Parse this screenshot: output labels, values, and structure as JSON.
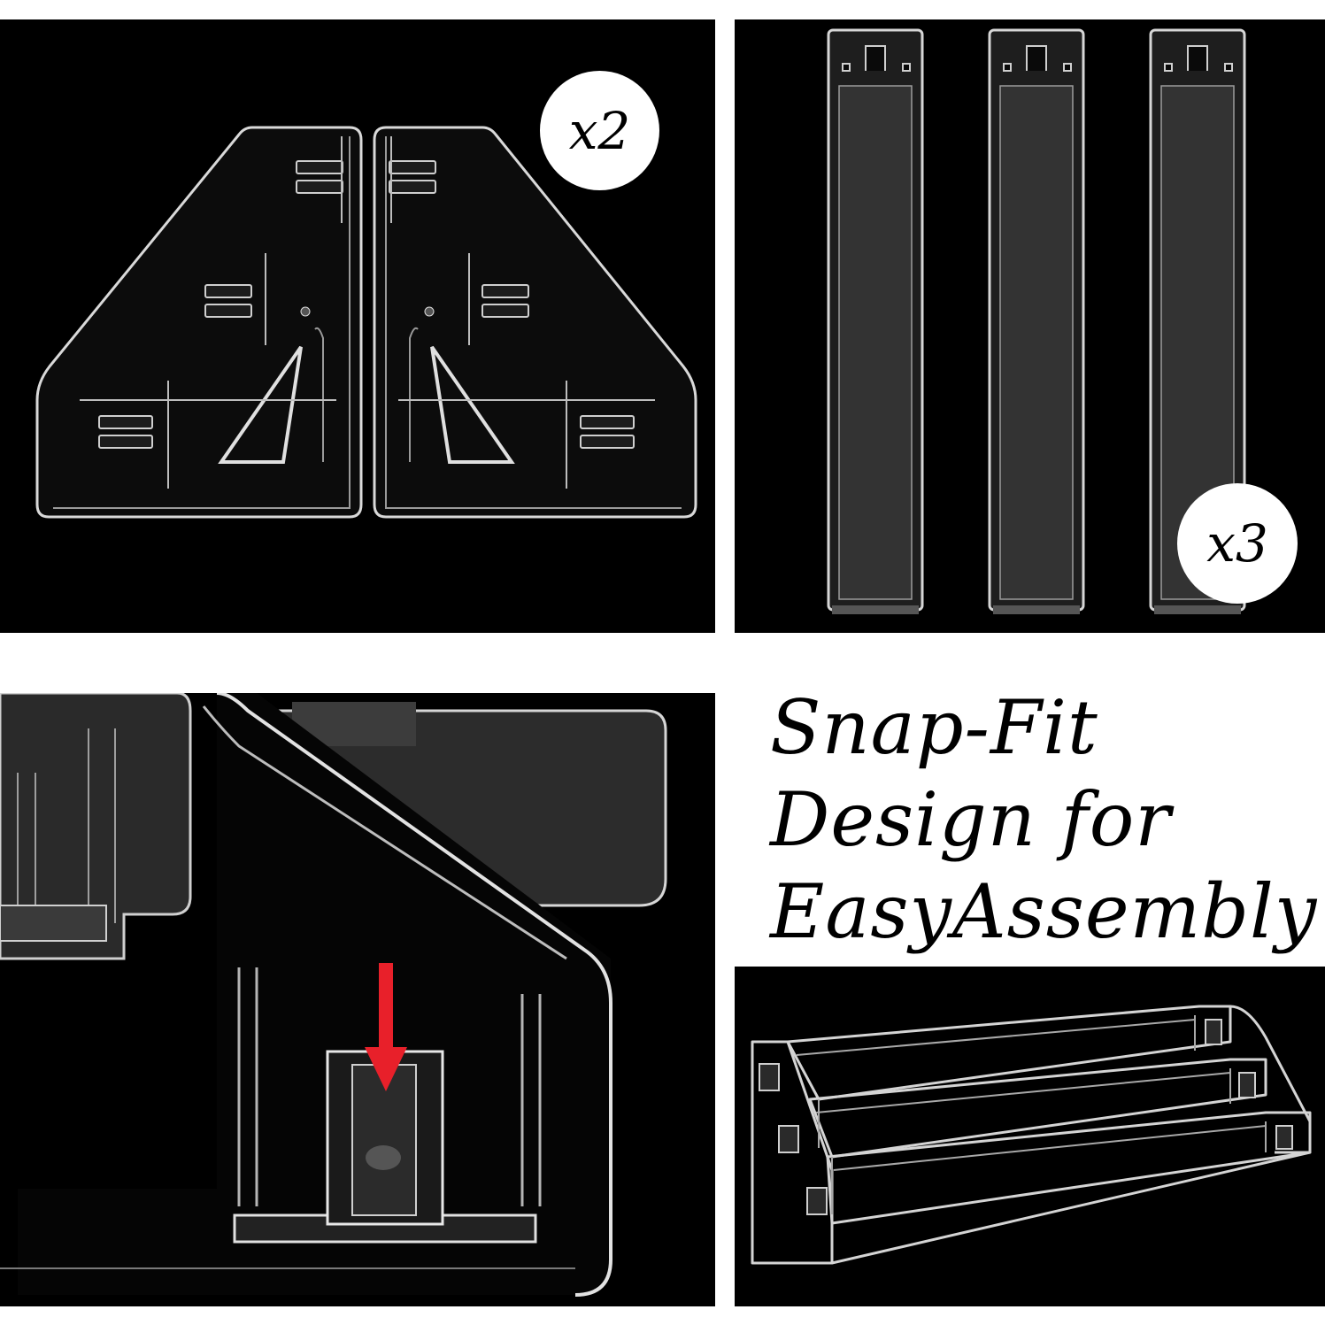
{
  "panels": {
    "corner_brackets": {
      "badge": "x2"
    },
    "rails": {
      "badge": "x3"
    },
    "snap_closeup": {
      "arrow_color": "#e8202a"
    },
    "assembled_rack": {}
  },
  "headline": {
    "line1": "Snap-Fit",
    "line2": "Design for",
    "line3": "EasyAssembly"
  },
  "colors": {
    "panel_bg": "#000000",
    "page_bg": "#ffffff",
    "acrylic_edge": "#d8d8d8",
    "arrow": "#e8202a"
  }
}
